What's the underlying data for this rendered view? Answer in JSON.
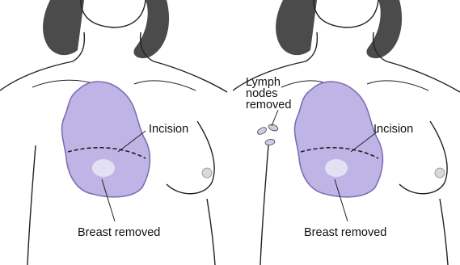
{
  "panels": [
    {
      "labels": {
        "incision": "Incision",
        "breast_removed": "Breast removed"
      }
    },
    {
      "labels": {
        "lymph_line1": "Lymph",
        "lymph_line2": "nodes",
        "lymph_line3": "removed",
        "incision": "Incision",
        "breast_removed": "Breast removed"
      }
    }
  ],
  "colors": {
    "hair": "#4b4b4b",
    "skin_outline": "#222222",
    "excision_fill": "#bfb4e6",
    "excision_edge": "#7e6fb3",
    "background": "#ffffff"
  }
}
